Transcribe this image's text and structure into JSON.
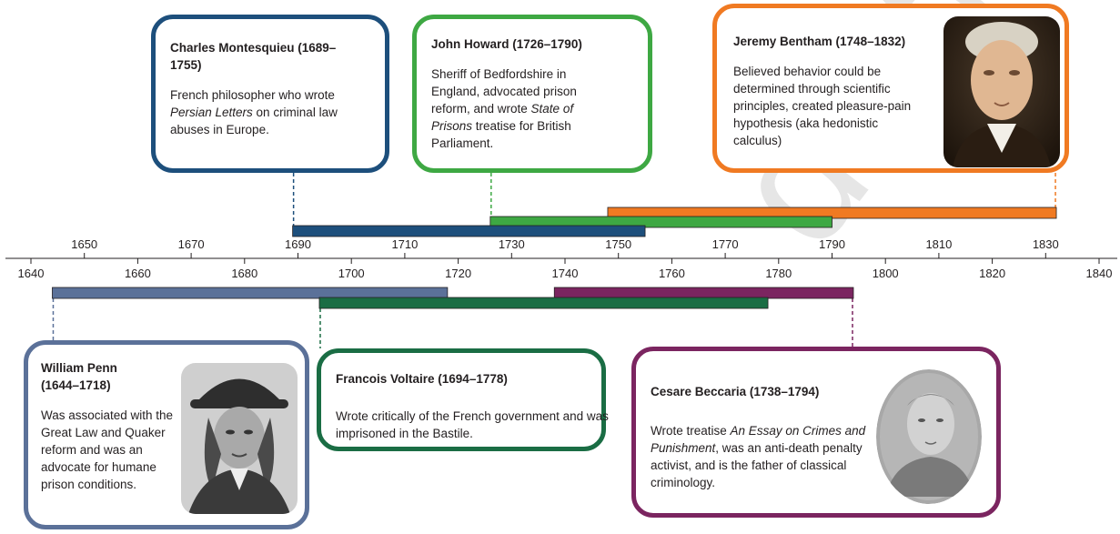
{
  "watermark": "distribute",
  "axis": {
    "upper_labels": [
      "1650",
      "1670",
      "1690",
      "1710",
      "1730",
      "1750",
      "1770",
      "1790",
      "1810",
      "1830"
    ],
    "lower_labels": [
      "1640",
      "1660",
      "1680",
      "1700",
      "1720",
      "1740",
      "1760",
      "1780",
      "1800",
      "1820",
      "1840"
    ],
    "start_year": 1640,
    "end_year": 1840
  },
  "people": {
    "montesquieu": {
      "title": "Charles Montesquieu (1689–1755)",
      "desc_pre": "French philosopher who wrote ",
      "desc_italic": "Persian Letters",
      "desc_post": " on criminal law abuses in Europe.",
      "start": 1689,
      "end": 1755,
      "color": "#1d4f7c"
    },
    "howard": {
      "title": "John Howard (1726–1790)",
      "desc_pre": "Sheriff of Bedfordshire in England, advocated prison reform, and wrote ",
      "desc_italic": "State of Prisons",
      "desc_post": " treatise for British Parliament.",
      "start": 1726,
      "end": 1790,
      "color": "#3ea843"
    },
    "bentham": {
      "title": "Jeremy Bentham (1748–1832)",
      "desc": "Believed behavior could be determined through scientific principles, created pleasure-pain hypothesis (aka hedonistic calculus)",
      "start": 1748,
      "end": 1832,
      "color": "#f07a22",
      "portrait": "Jeremy Bentham portrait"
    },
    "penn": {
      "title": "William Penn (1644–1718)",
      "desc": "Was associated with the Great Law and Quaker reform and was an advocate for humane prison conditions.",
      "start": 1644,
      "end": 1718,
      "color": "#5b7199",
      "portrait": "William Penn portrait"
    },
    "voltaire": {
      "title": "Francois Voltaire (1694–1778)",
      "desc": "Wrote critically of the French government and was imprisoned in the Bastile.",
      "start": 1694,
      "end": 1778,
      "color": "#1a6d44"
    },
    "beccaria": {
      "title": "Cesare Beccaria (1738–1794)",
      "desc_pre": "Wrote treatise ",
      "desc_italic": "An Essay on Crimes and Punishment",
      "desc_post": ", was an anti-death penalty activist, and is the father of classical criminology.",
      "start": 1738,
      "end": 1794,
      "color": "#7b2560",
      "portrait": "Cesare Beccaria portrait"
    }
  }
}
